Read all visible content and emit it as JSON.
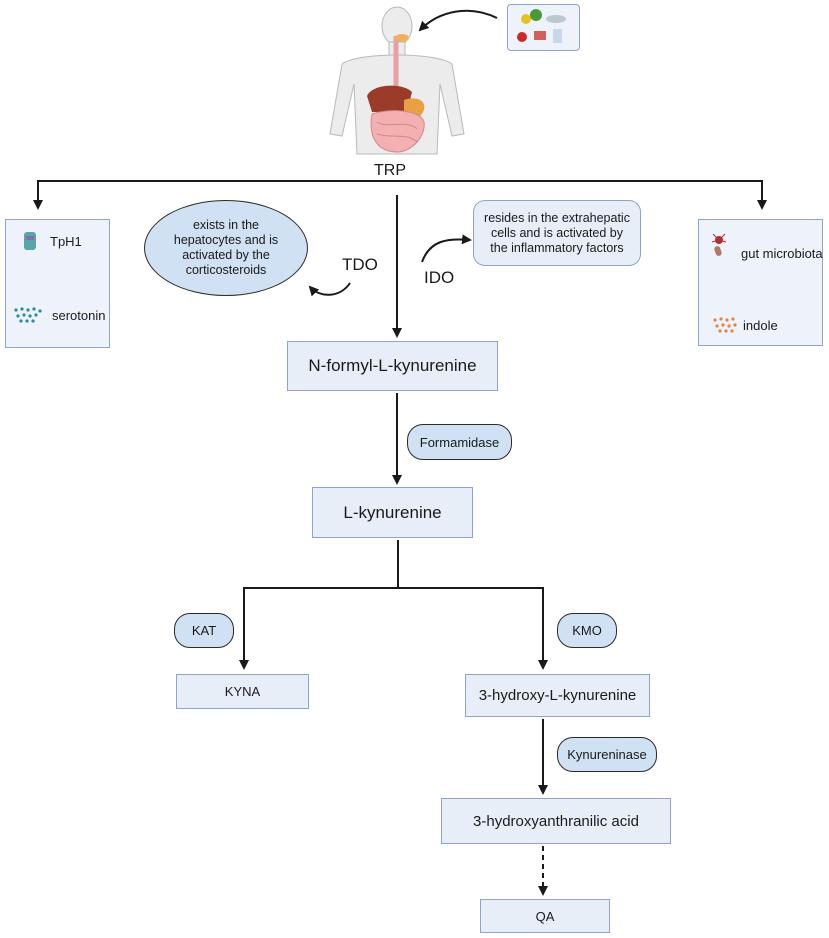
{
  "trp": "TRP",
  "left_branch": {
    "enzyme": "TpH1",
    "product": "serotonin"
  },
  "right_branch": {
    "agent": "gut microbiota",
    "product": "indole"
  },
  "tdo": {
    "label": "TDO",
    "note": "exists in the hepatocytes and is activated by the corticosteroids"
  },
  "ido": {
    "label": "IDO",
    "note": "resides in the extrahepatic cells and is activated by the inflammatory factors"
  },
  "nodes": {
    "n_formyl": "N-formyl-L-kynurenine",
    "l_kyn": "L-kynurenine",
    "kyna": "KYNA",
    "hk": "3-hydroxy-L-kynurenine",
    "haa": "3-hydroxyanthranilic acid",
    "qa": "QA"
  },
  "enzymes": {
    "formamidase": "Formamidase",
    "kat": "KAT",
    "kmo": "KMO",
    "kynureninase": "Kynureninase"
  },
  "colors": {
    "box_fill": "#e8eef8",
    "box_border": "#8ea4c8",
    "pill_fill": "#cfe1f2",
    "arrow": "#1a1a1a"
  }
}
